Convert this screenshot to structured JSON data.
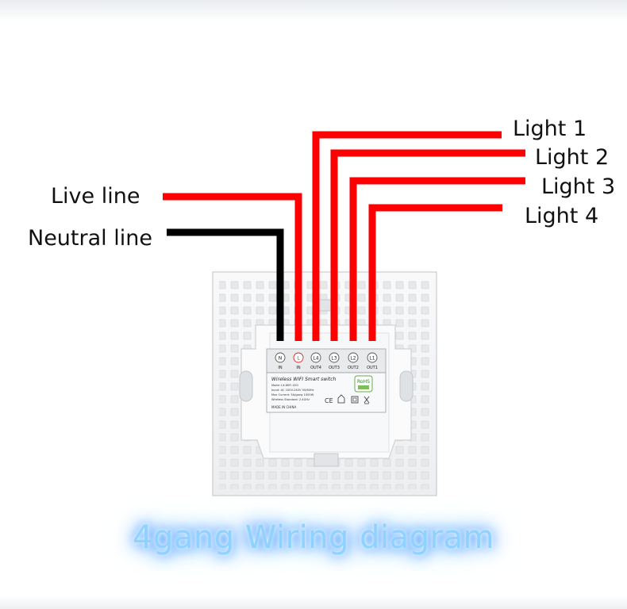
{
  "title": "4gang Wiring diagram",
  "inputs": [
    {
      "label": "Live line",
      "color": "#ff0000"
    },
    {
      "label": "Neutral line",
      "color": "#000000"
    }
  ],
  "outputs": [
    {
      "label": "Light 1",
      "color": "#ff0000"
    },
    {
      "label": "Light 2",
      "color": "#ff0000"
    },
    {
      "label": "Light 3",
      "color": "#ff0000"
    },
    {
      "label": "Light 4",
      "color": "#ff0000"
    }
  ],
  "terminals": [
    {
      "symbol": "N",
      "name": "IN"
    },
    {
      "symbol": "L",
      "name": "IN"
    },
    {
      "symbol": "L4",
      "name": "OUT4"
    },
    {
      "symbol": "L3",
      "name": "OUT3"
    },
    {
      "symbol": "L2",
      "name": "OUT2"
    },
    {
      "symbol": "L1",
      "name": "OUT1"
    }
  ],
  "device_label": {
    "product": "Wireless WIFI Smart switch",
    "model": "Mode: LX-WIFI-02G",
    "input": "Input: AC 100V-240V 50/60Hz",
    "max_current": "Max Current: 5A/gang 1000W",
    "frequency": "Wireless Standard: 2.4GHz",
    "origin": "MADE IN CHINA",
    "rohs": "RoHS"
  },
  "colors": {
    "live_wire": "#ff0000",
    "neutral_wire": "#000000",
    "title_glow": "#2b86ff",
    "panel": "#f4f5f6"
  }
}
